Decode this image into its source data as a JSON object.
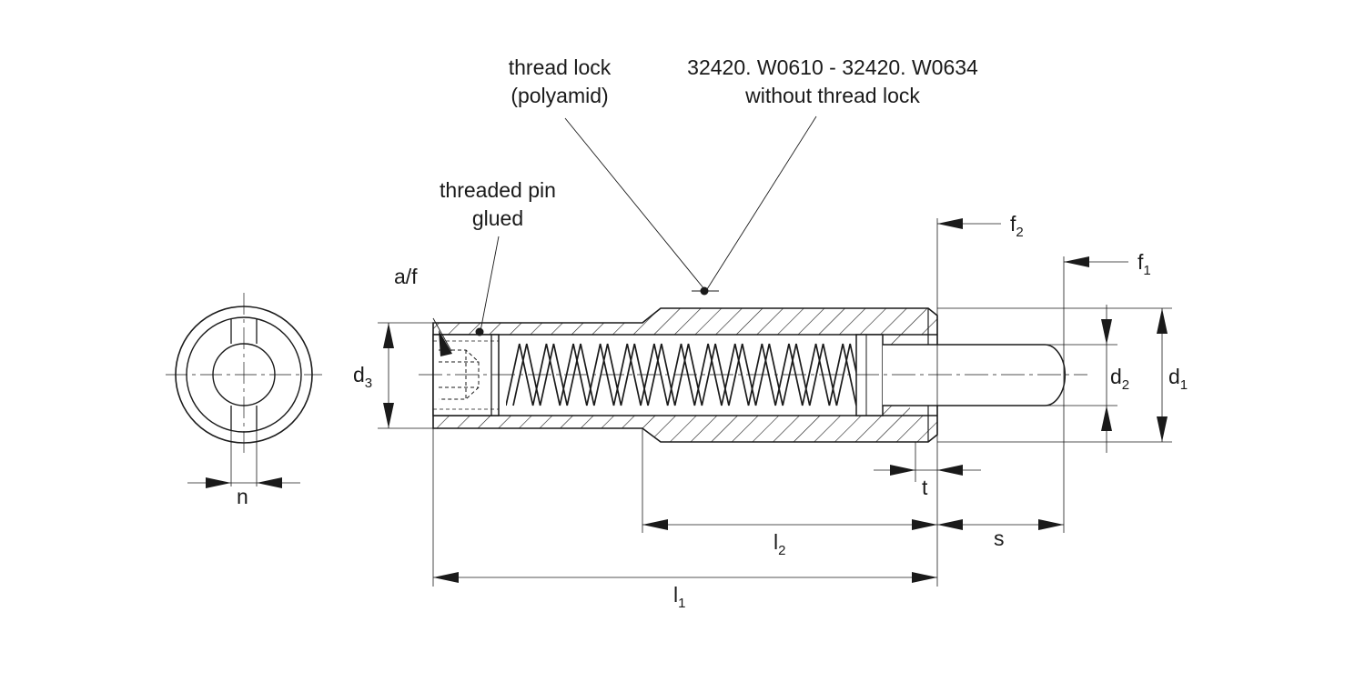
{
  "callouts": {
    "thread_lock_line1": "thread lock",
    "thread_lock_line2": "(polyamid)",
    "part_range": "32420. W0610 - 32420. W0634",
    "without_lock": "without thread lock",
    "threaded_pin_line1": "threaded pin",
    "threaded_pin_line2": "glued",
    "across_flats": "a/f"
  },
  "dimensions": {
    "d1": {
      "base": "d",
      "sub": "1"
    },
    "d2": {
      "base": "d",
      "sub": "2"
    },
    "d3": {
      "base": "d",
      "sub": "3"
    },
    "f1": {
      "base": "f",
      "sub": "1"
    },
    "f2": {
      "base": "f",
      "sub": "2"
    },
    "l1": {
      "base": "l",
      "sub": "1"
    },
    "l2": {
      "base": "l",
      "sub": "2"
    },
    "t": "t",
    "s": "s",
    "n": "n"
  },
  "colors": {
    "line": "#1a1a1a",
    "background": "#ffffff"
  }
}
